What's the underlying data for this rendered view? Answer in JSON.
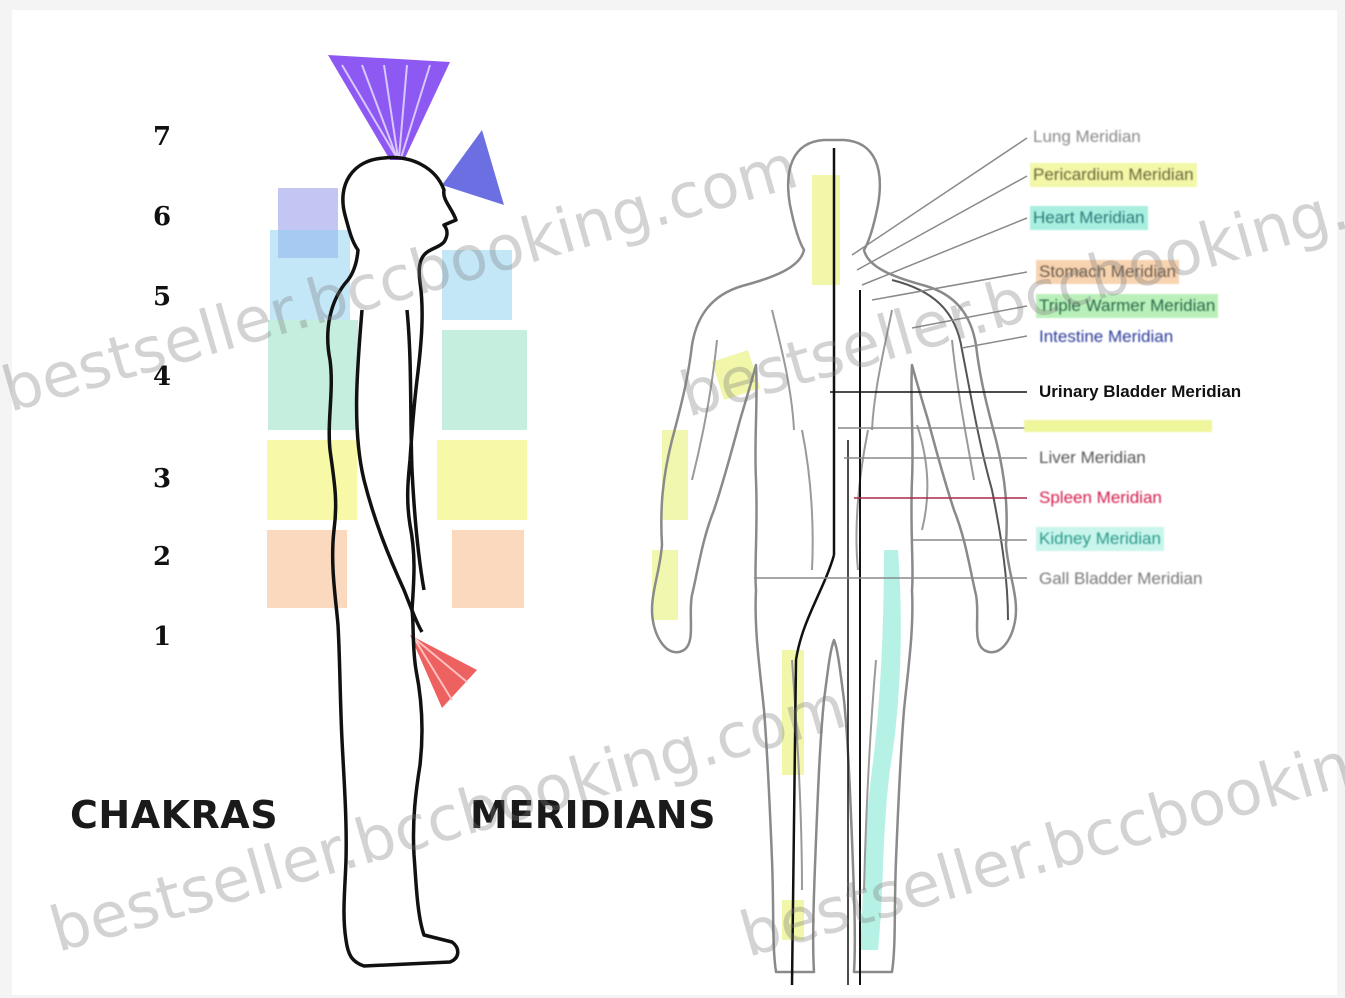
{
  "chakras": {
    "title": "CHAKRAS",
    "numbers": [
      "7",
      "6",
      "5",
      "4",
      "3",
      "2",
      "1"
    ],
    "colors": [
      "#7a3cf0",
      "#3b3fd8",
      "#29a8e6",
      "#2dbf8c",
      "#e8ee1a",
      "#f08a3a",
      "#e83a3a"
    ]
  },
  "meridians": {
    "title": "MERIDIANS",
    "labels": [
      {
        "text": "Lung Meridian",
        "highlight": "#ffffff",
        "color": "#8a8a8a"
      },
      {
        "text": "Pericardium Meridian",
        "highlight": "#f3f7a8",
        "color": "#6a6a3a"
      },
      {
        "text": "Heart Meridian",
        "highlight": "#a8efe0",
        "color": "#2a7a7a"
      },
      {
        "text": "Stomach Meridian",
        "highlight": "#f7d3b0",
        "color": "#6a5a4a"
      },
      {
        "text": "Triple Warmer Meridian",
        "highlight": "#b9f0b9",
        "color": "#2a6a4a"
      },
      {
        "text": "Intestine Meridian",
        "highlight": "#ffffff",
        "color": "#2a3a9a"
      },
      {
        "text": "Urinary Bladder Meridian",
        "highlight": "#ffffff",
        "color": "#111111"
      },
      {
        "text": "",
        "highlight": "#eef59a",
        "color": "#6a6a3a"
      },
      {
        "text": "Liver Meridian",
        "highlight": "#ffffff",
        "color": "#555555"
      },
      {
        "text": "Spleen Meridian",
        "highlight": "#ffffff",
        "color": "#d21a4a"
      },
      {
        "text": "Kidney Meridian",
        "highlight": "#c9f5ec",
        "color": "#2a9a8a"
      },
      {
        "text": "Gall Bladder Meridian",
        "highlight": "#ffffff",
        "color": "#777777"
      }
    ]
  },
  "watermarks": [
    "bestseller.bccbooking.com",
    "bestseller.bccbooking.com",
    "bestseller.bccbooking.com",
    "bestseller.bccbooking.com"
  ]
}
